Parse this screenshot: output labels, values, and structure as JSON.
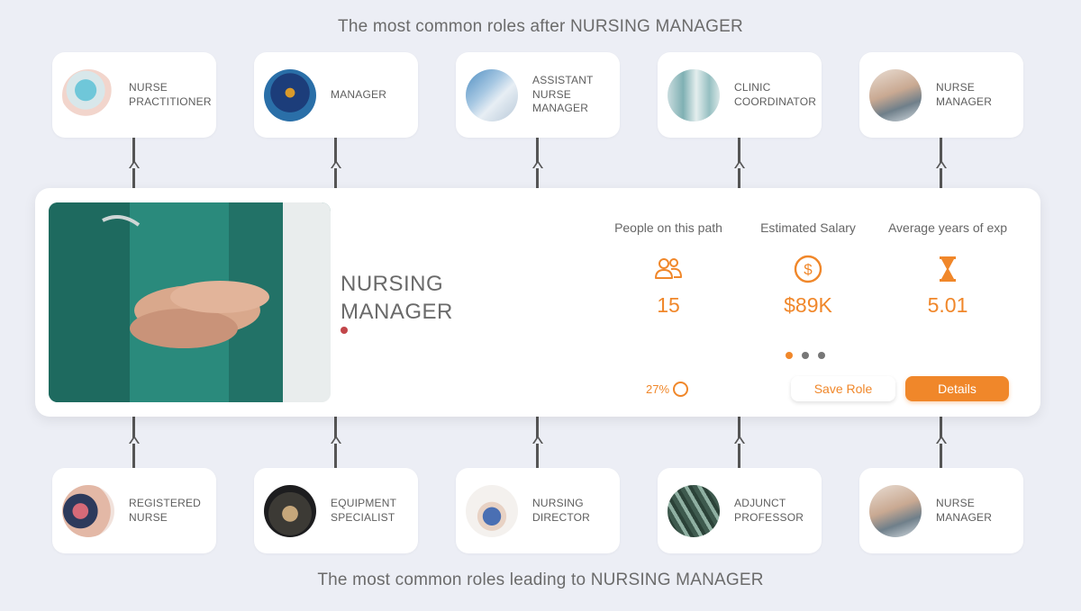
{
  "headings": {
    "after": "The most common roles after NURSING MANAGER",
    "leading": "The most common roles leading to NURSING MANAGER"
  },
  "next_roles": [
    {
      "label": "NURSE PRACTITIONER"
    },
    {
      "label": "MANAGER"
    },
    {
      "label": "ASSISTANT NURSE MANAGER"
    },
    {
      "label": "CLINIC COORDINATOR"
    },
    {
      "label": "NURSE MANAGER"
    }
  ],
  "previous_roles": [
    {
      "label": "REGISTERED NURSE"
    },
    {
      "label": "EQUIPMENT SPECIALIST"
    },
    {
      "label": "NURSING DIRECTOR"
    },
    {
      "label": "ADJUNCT PROFESSOR"
    },
    {
      "label": "NURSE MANAGER"
    }
  ],
  "current_role": {
    "title": "NURSING MANAGER",
    "stats": [
      {
        "label": "People on this path",
        "value": "15",
        "icon": "people-icon"
      },
      {
        "label": "Estimated Salary",
        "value": "$89K",
        "icon": "dollar-icon"
      },
      {
        "label": "Average years of exp",
        "value": "5.01",
        "icon": "hourglass-icon"
      }
    ],
    "progress_label": "27%",
    "progress_value": 0.27,
    "carousel_pages": 3,
    "carousel_active": 1,
    "save_label": "Save Role",
    "details_label": "Details"
  },
  "colors": {
    "accent": "#f0872a",
    "background": "#eceef5",
    "marker": "#c2464a"
  }
}
